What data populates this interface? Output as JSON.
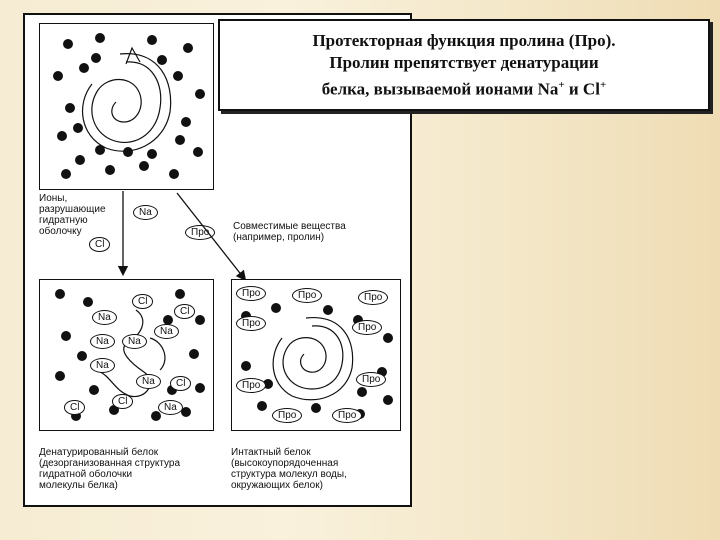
{
  "title": {
    "line1": "Протекторная функция пролина (Про).",
    "line2": "Пролин препятствует денатурации",
    "line3_prefix": "белка, вызываемой ионами Na",
    "line3_sup1": "+",
    "line3_mid": " и Cl",
    "line3_sup2": "+"
  },
  "labels": {
    "ions_l1": "Ионы,",
    "ions_l2": "разрушающие",
    "ions_l3": "гидратную",
    "ions_l4": "оболочку",
    "na": "Na",
    "cl": "Cl",
    "pro": "Про",
    "compat_l1": "Совместимые вещества",
    "compat_l2": "(например, пролин)"
  },
  "captions": {
    "denatured_l1": "Денатурированный белок",
    "denatured_l2": "(дезорганизованная структура",
    "denatured_l3": "гидратной оболочки",
    "denatured_l4": "молекулы белка)",
    "intact_l1": "Интактный белок",
    "intact_l2": "(высокоупорядоченная",
    "intact_l3": "структура молекул воды,",
    "intact_l4": "окружающих белок)"
  },
  "colors": {
    "ink": "#111111",
    "paper": "#ffffff",
    "background": "#f6ecd3"
  }
}
